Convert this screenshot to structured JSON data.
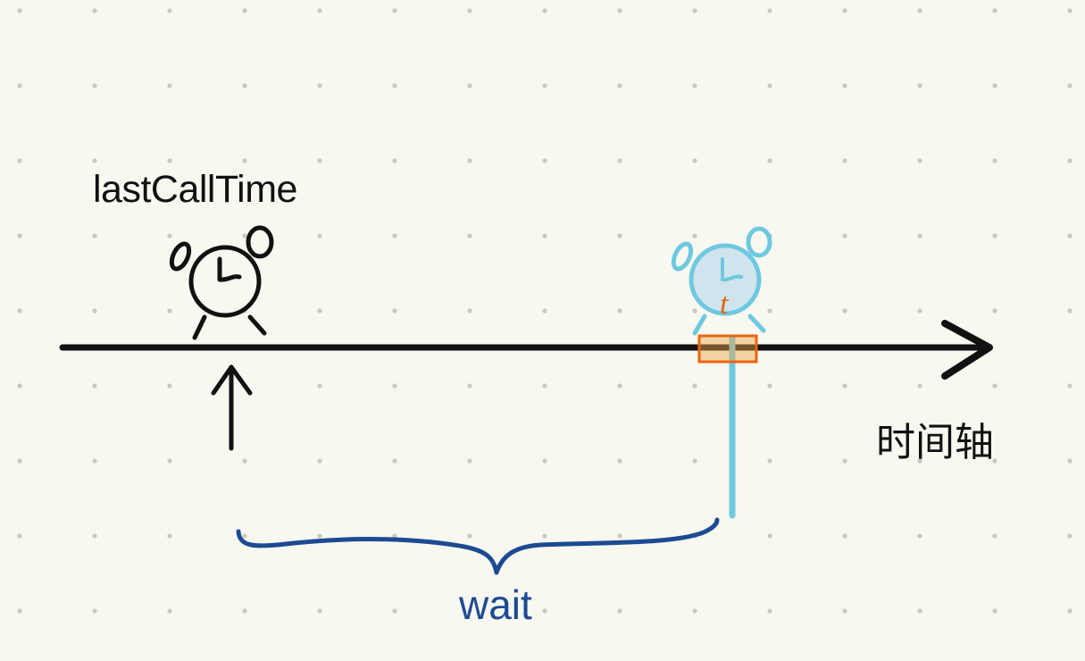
{
  "labels": {
    "last_call_time": "lastCallTime",
    "timeline": "时间轴",
    "wait": "wait",
    "t": "t"
  },
  "icons": {
    "clock_black": "alarm-clock-icon",
    "clock_blue": "alarm-clock-icon"
  },
  "colors": {
    "background": "#f8f8f0",
    "dots": "#c9c9c0",
    "timeline": "#111111",
    "clock_blue": "#6ec9e0",
    "marker_orange": "#e8650f",
    "brace": "#1c4b92"
  }
}
